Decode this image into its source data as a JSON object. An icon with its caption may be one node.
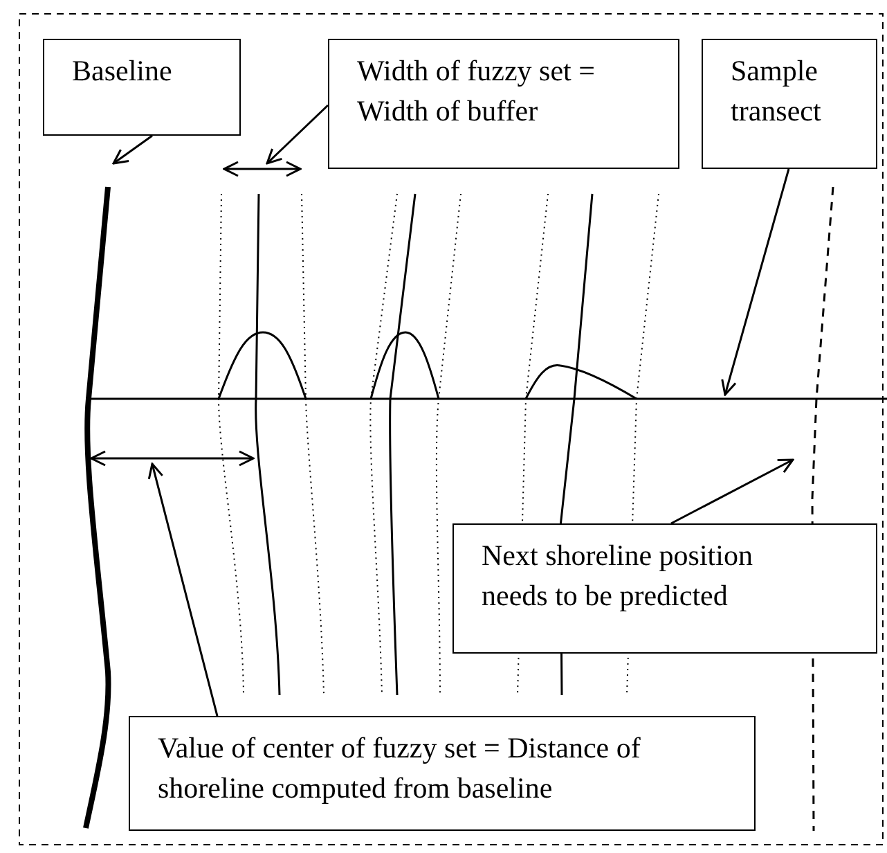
{
  "diagram": {
    "nodes": [
      {
        "text": [
          "Baseline"
        ]
      },
      {
        "text": [
          "Width of fuzzy set = Width of buffer"
        ]
      },
      {
        "text": [
          "Sample transect"
        ]
      },
      {
        "text": [
          "Next shoreline position needs to be predicted"
        ]
      },
      {
        "text": [
          "Value of center of fuzzy set = Distance of shoreline computed from baseline"
        ]
      },
      {
        "text": [],
        "shape": "line"
      },
      {
        "text": [],
        "shape": "line"
      },
      {
        "text": [],
        "shape": "line"
      },
      {
        "text": [],
        "shape": "line"
      },
      {
        "text": [],
        "shape": "line"
      }
    ],
    "edges": [
      {
        "from": 0,
        "to": 5,
        "arrow": "to"
      },
      {
        "from": 1,
        "to": 6,
        "arrow": "to"
      },
      {
        "from": 2,
        "to": 7,
        "arrow": "to"
      },
      {
        "from": 3,
        "to": 8,
        "arrow": "to"
      },
      {
        "from": 4,
        "to": 9,
        "arrow": "to"
      }
    ]
  }
}
